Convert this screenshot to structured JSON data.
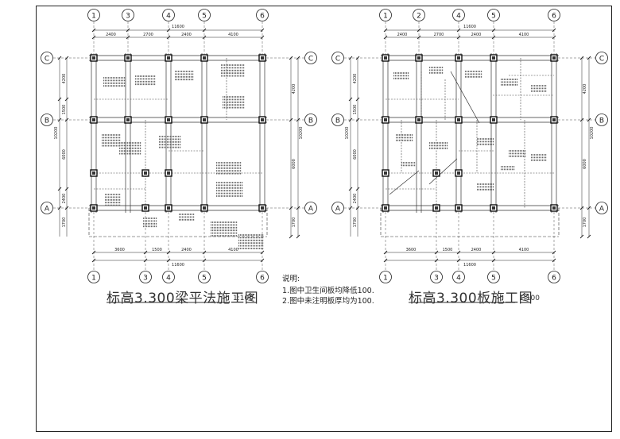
{
  "left_plan": {
    "title": "标高3.300梁平法施工图",
    "scale": "1:100",
    "top_axes": [
      "1",
      "3",
      "4",
      "5",
      "6"
    ],
    "bottom_axes": [
      "1",
      "3",
      "4",
      "5",
      "6"
    ],
    "left_axes": [
      "C",
      "B",
      "A"
    ],
    "right_axes": [
      "C",
      "B",
      "A"
    ],
    "top_dims": [
      "2400",
      "2700",
      "2400",
      "4100"
    ],
    "top_total": "11600",
    "bottom_dims": [
      "3600",
      "1500",
      "2400",
      "4100"
    ],
    "bottom_total": "11600",
    "left_dims": [
      "4200",
      "1500",
      "6000",
      "2400"
    ],
    "left_extra": "1700",
    "left_total": "10200",
    "right_total": "10200",
    "right_dims": [
      "4200",
      "6000",
      "1700"
    ]
  },
  "right_plan": {
    "title": "标高3.300板施工图",
    "scale": "1:100",
    "top_axes": [
      "1",
      "2",
      "4",
      "5",
      "6"
    ],
    "bottom_axes": [
      "1",
      "3",
      "4",
      "5",
      "6"
    ],
    "left_axes": [
      "C",
      "B",
      "A"
    ],
    "right_axes": [
      "C",
      "B",
      "A"
    ],
    "top_dims": [
      "2400",
      "2700",
      "2400",
      "4100"
    ],
    "top_total": "11600",
    "bottom_dims": [
      "3600",
      "1500",
      "2400",
      "4100"
    ],
    "bottom_total": "11600",
    "left_dims": [
      "4200",
      "1500",
      "6000",
      "2400"
    ],
    "left_extra": "1700",
    "left_total": "10200",
    "right_total": "10200",
    "right_dims": [
      "4200",
      "6000",
      "1700"
    ]
  },
  "notes": {
    "heading": "说明:",
    "items": [
      "1.图中卫生间板均降低100.",
      "2.图中未注明板厚均为100."
    ]
  }
}
